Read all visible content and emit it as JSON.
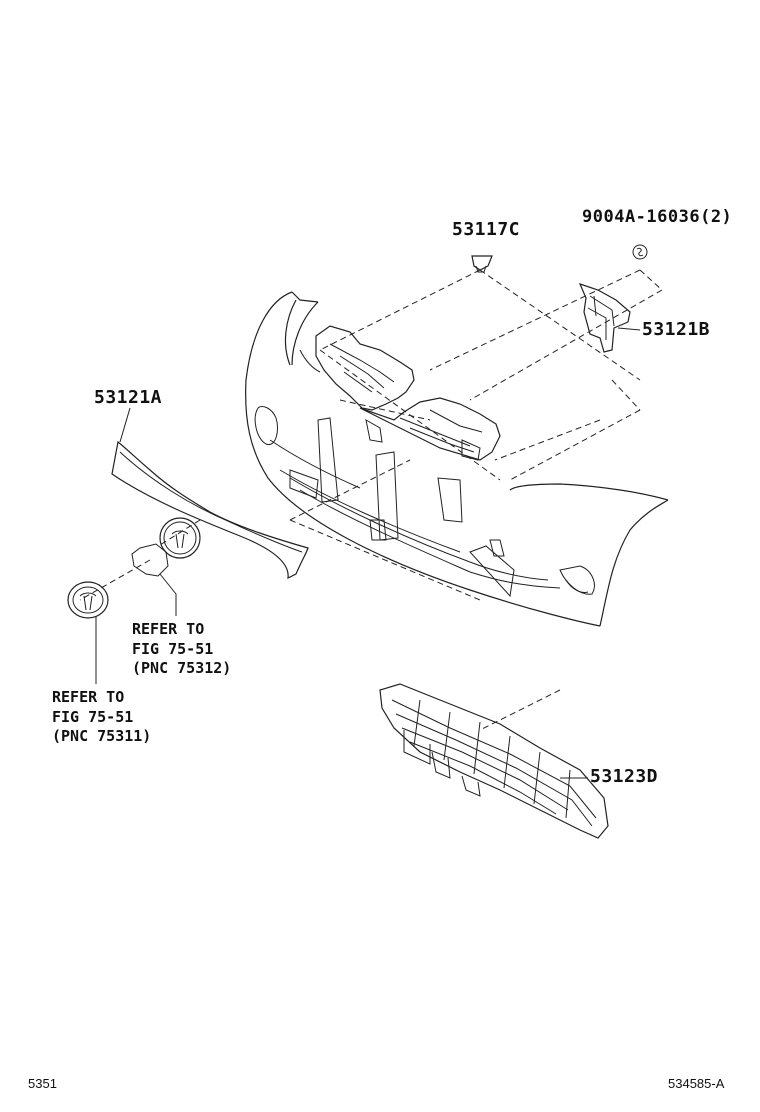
{
  "labels": {
    "part_53117C": "53117C",
    "part_9004A": "9004A-16036(2)",
    "part_53121B": "53121B",
    "part_53121A": "53121A",
    "part_53123D": "53123D",
    "ref1_line1": "REFER TO",
    "ref1_line2": "FIG 75-51",
    "ref1_line3": "(PNC 75312)",
    "ref2_line1": "REFER TO",
    "ref2_line2": "FIG 75-51",
    "ref2_line3": "(PNC 75311)"
  },
  "footer": {
    "left_code": "5351",
    "right_code": "534585-A"
  }
}
